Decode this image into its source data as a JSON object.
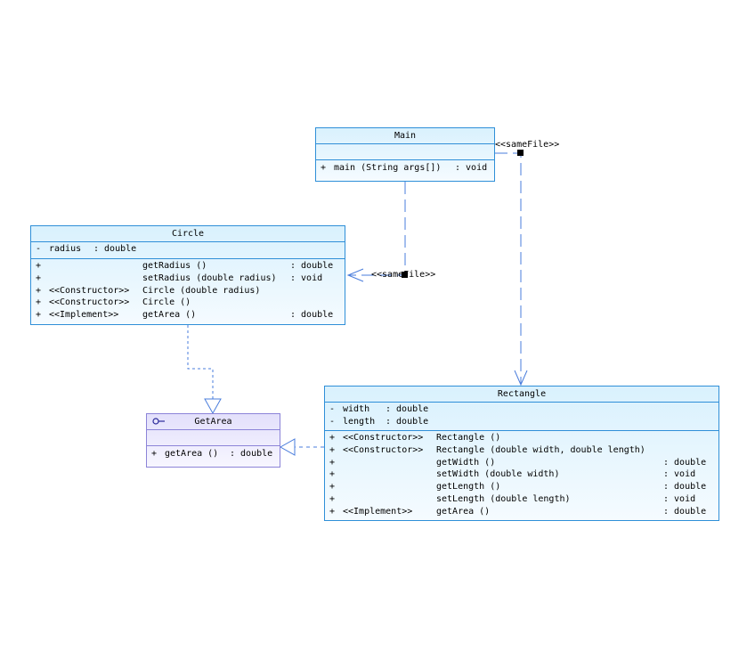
{
  "main_class": {
    "name": "Main",
    "operations": [
      {
        "visibility": "+",
        "name": "main (String args[])",
        "type": ": void"
      }
    ]
  },
  "circle_class": {
    "name": "Circle",
    "attributes": [
      {
        "visibility": "-",
        "name": "radius",
        "type": ": double"
      }
    ],
    "operations": [
      {
        "visibility": "+",
        "stereotype": "",
        "name": "getRadius ()",
        "type": ": double"
      },
      {
        "visibility": "+",
        "stereotype": "",
        "name": "setRadius (double radius)",
        "type": ": void"
      },
      {
        "visibility": "+",
        "stereotype": "<<Constructor>>",
        "name": "Circle (double radius)",
        "type": ""
      },
      {
        "visibility": "+",
        "stereotype": "<<Constructor>>",
        "name": "Circle ()",
        "type": ""
      },
      {
        "visibility": "+",
        "stereotype": "<<Implement>>",
        "name": "getArea ()",
        "type": ": double"
      }
    ]
  },
  "getarea_interface": {
    "name": "GetArea",
    "operations": [
      {
        "visibility": "+",
        "name": "getArea ()",
        "type": ": double"
      }
    ]
  },
  "rectangle_class": {
    "name": "Rectangle",
    "attributes": [
      {
        "visibility": "-",
        "name": "width",
        "type": ": double"
      },
      {
        "visibility": "-",
        "name": "length",
        "type": ": double"
      }
    ],
    "operations": [
      {
        "visibility": "+",
        "stereotype": "<<Constructor>>",
        "name": "Rectangle ()",
        "type": ""
      },
      {
        "visibility": "+",
        "stereotype": "<<Constructor>>",
        "name": "Rectangle (double width, double length)",
        "type": ""
      },
      {
        "visibility": "+",
        "stereotype": "",
        "name": "getWidth ()",
        "type": ": double"
      },
      {
        "visibility": "+",
        "stereotype": "",
        "name": "setWidth (double width)",
        "type": ": void"
      },
      {
        "visibility": "+",
        "stereotype": "",
        "name": "getLength ()",
        "type": ": double"
      },
      {
        "visibility": "+",
        "stereotype": "",
        "name": "setLength (double length)",
        "type": ": void"
      },
      {
        "visibility": "+",
        "stereotype": "<<Implement>>",
        "name": "getArea ()",
        "type": ": double"
      }
    ]
  },
  "relations": {
    "main_to_circle_label": "<<sameFile>>",
    "main_to_rectangle_label": "<<sameFile>>"
  },
  "colors": {
    "class_border": "#2f8fd8",
    "interface_border": "#8c84d8",
    "connector": "#4a7ddc"
  }
}
